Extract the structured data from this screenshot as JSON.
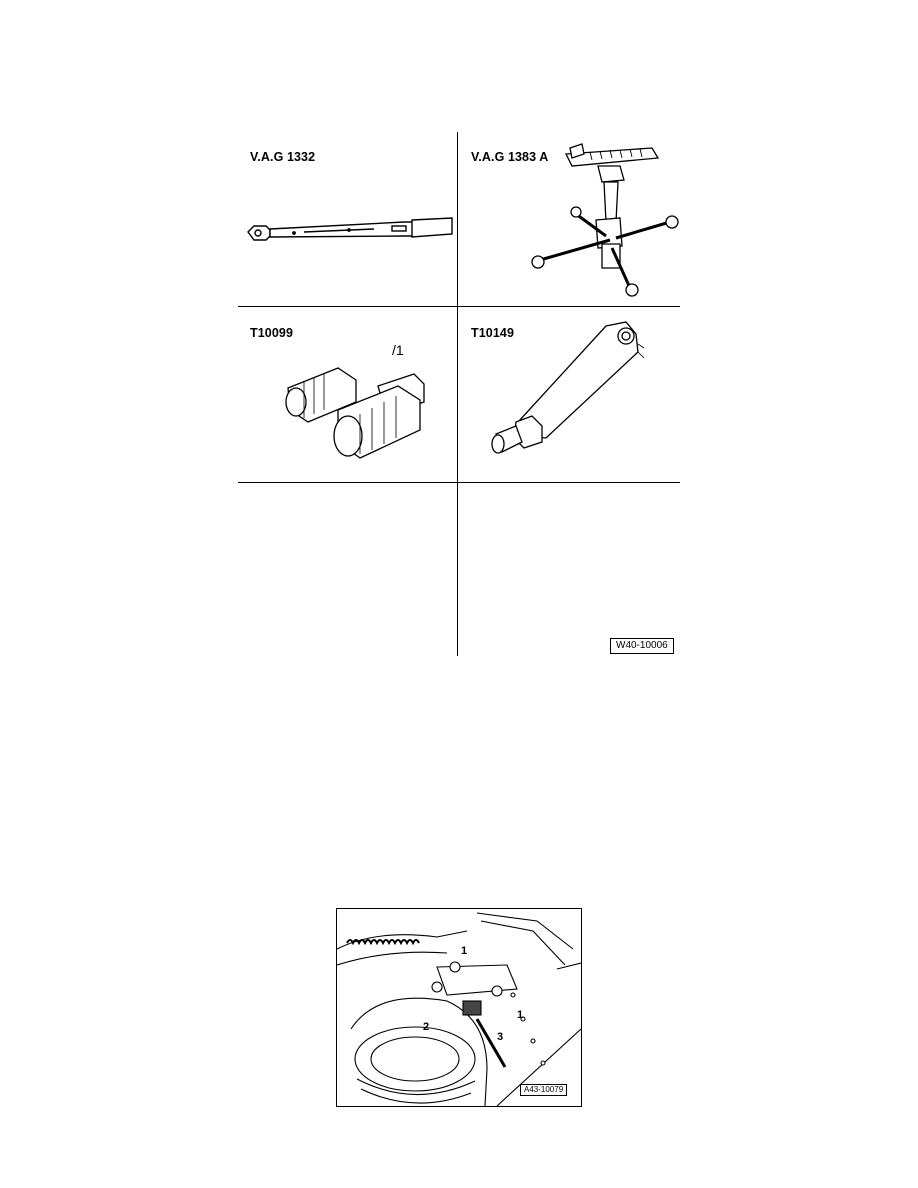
{
  "tool_grid": {
    "cells": [
      {
        "label": "V.A.G 1332"
      },
      {
        "label": "V.A.G 1383 A"
      },
      {
        "label": "T10099",
        "sub_label": "/1"
      },
      {
        "label": "T10149"
      }
    ],
    "figure_ref": "W40-10006"
  },
  "photo": {
    "callouts": [
      "1",
      "1",
      "2",
      "3"
    ],
    "figure_ref": "A43-10079"
  }
}
